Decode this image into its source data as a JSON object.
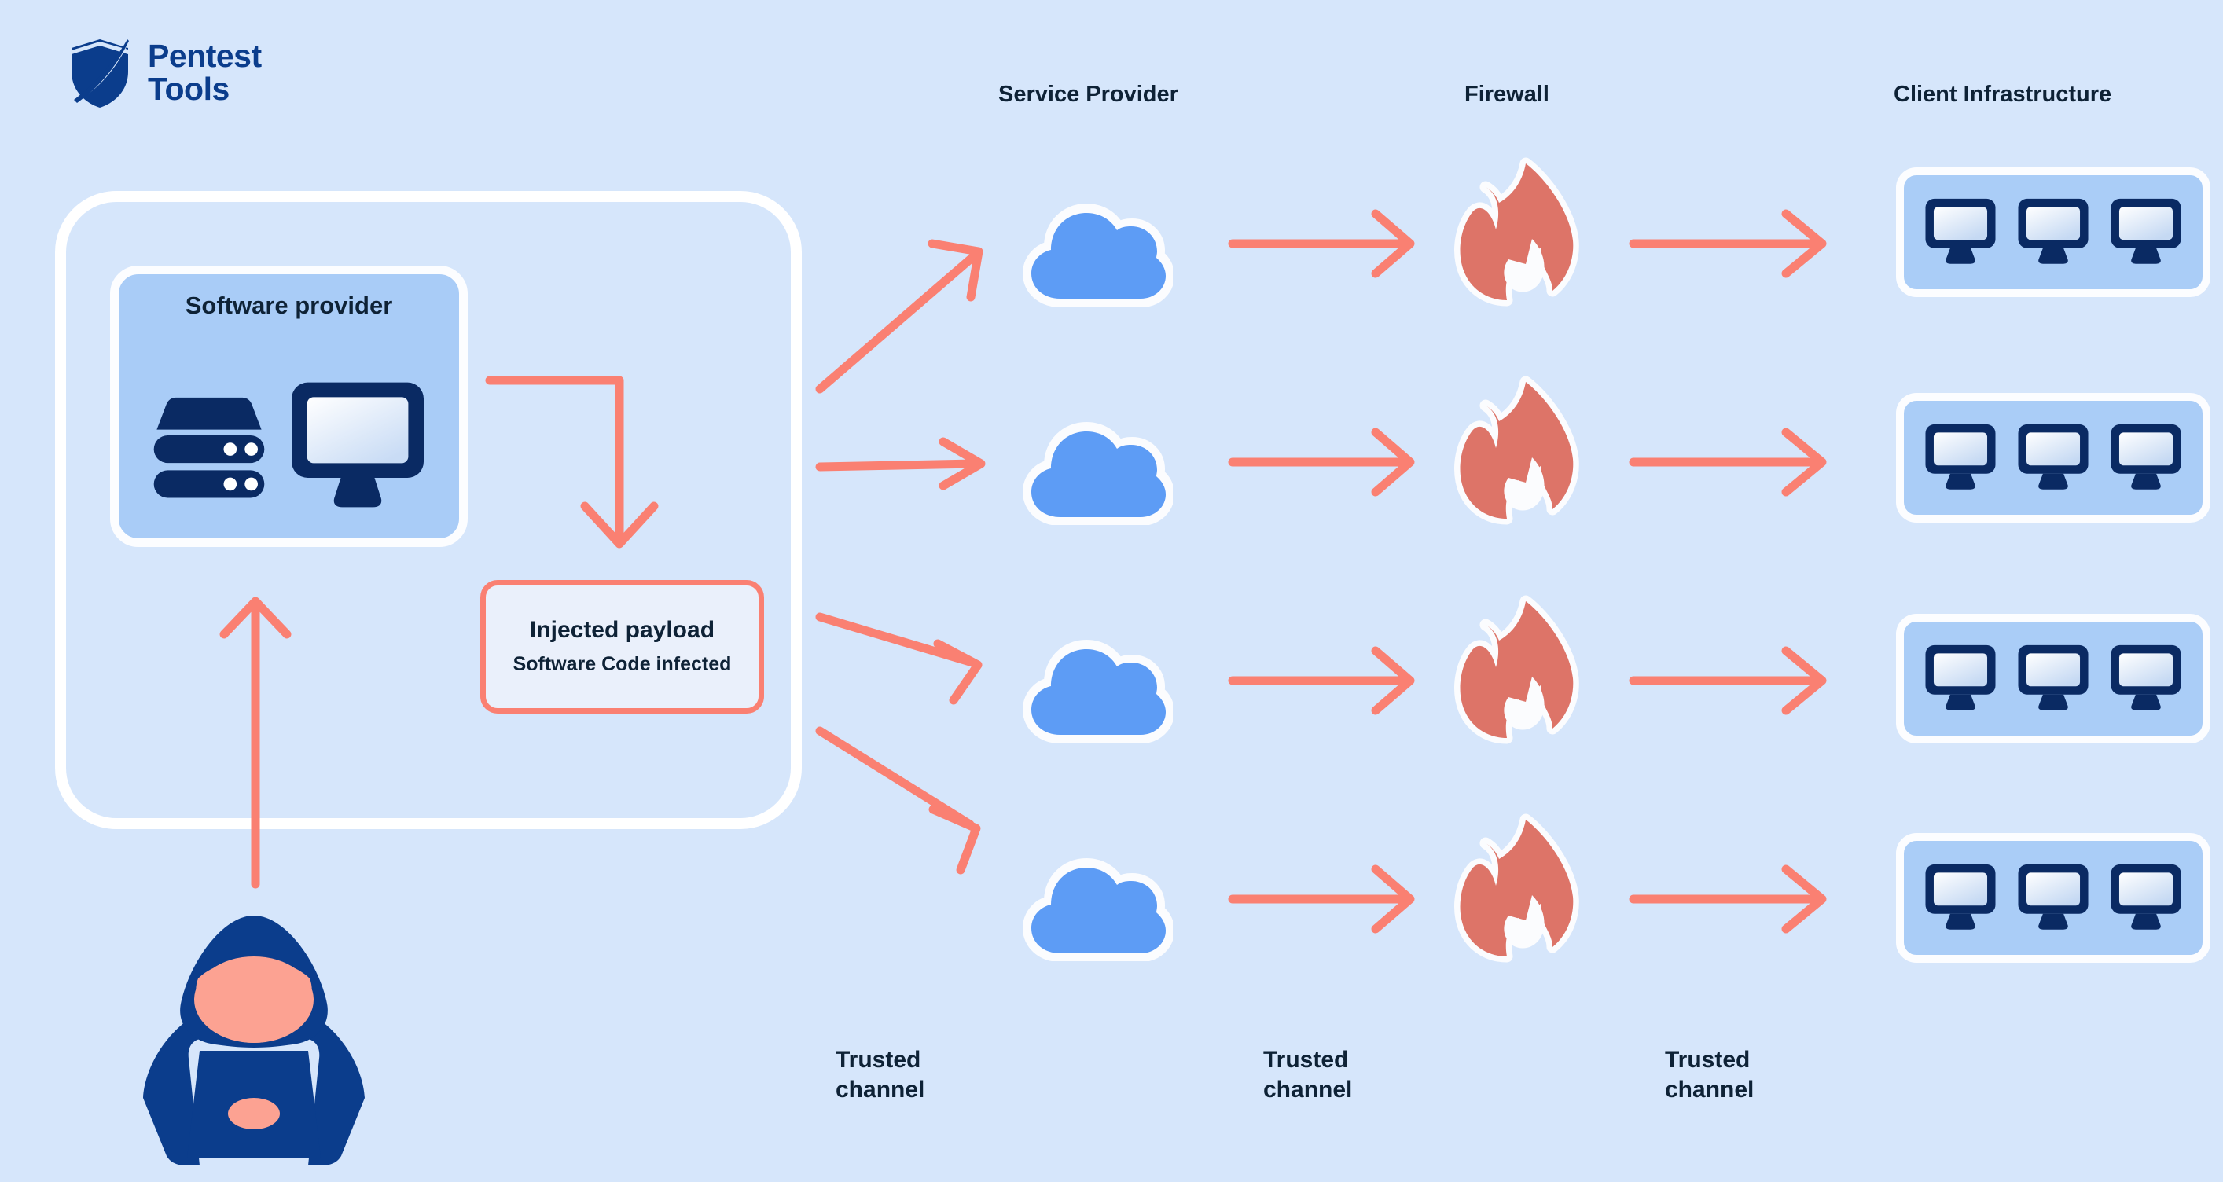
{
  "background_color": "#D6E6FB",
  "colors": {
    "background": "#D6E6FB",
    "navy": "#0B3D8C",
    "dark_navy": "#0A2A63",
    "text_dark": "#0E2236",
    "coral": "#FA8072",
    "flame_red": "#DD7468",
    "cloud_blue": "#5D9CF5",
    "card_blue": "#A9CCF7",
    "white": "#FFFFFF",
    "payload_fill": "#EAF0FB",
    "face_salmon": "#FCA292"
  },
  "logo": {
    "name": "pentest-tools-logo",
    "line1": "Pentest",
    "line2": "Tools",
    "icon": "shield-icon"
  },
  "headers": {
    "service_provider": "Service Provider",
    "firewall": "Firewall",
    "client_infrastructure": "Client Infrastructure"
  },
  "provider": {
    "card_title": "Software provider",
    "icons": [
      "server-stack-icon",
      "desktop-monitor-icon"
    ]
  },
  "payload": {
    "title": "Injected payload",
    "subtitle": "Software Code\ninfected"
  },
  "hacker": {
    "icon": "hooded-hacker-with-laptop-icon"
  },
  "rows": [
    {
      "cloud": "cloud-icon",
      "firewall": "flame-icon",
      "clients": [
        "monitor-icon",
        "monitor-icon",
        "monitor-icon"
      ]
    },
    {
      "cloud": "cloud-icon",
      "firewall": "flame-icon",
      "clients": [
        "monitor-icon",
        "monitor-icon",
        "monitor-icon"
      ]
    },
    {
      "cloud": "cloud-icon",
      "firewall": "flame-icon",
      "clients": [
        "monitor-icon",
        "monitor-icon",
        "monitor-icon"
      ]
    },
    {
      "cloud": "cloud-icon",
      "firewall": "flame-icon",
      "clients": [
        "monitor-icon",
        "monitor-icon",
        "monitor-icon"
      ]
    }
  ],
  "trusted_channels": [
    "Trusted\nchannel",
    "Trusted\nchannel",
    "Trusted\nchannel"
  ],
  "arrows": {
    "attacker_to_provider": "upward-coral-arrow",
    "provider_to_payload": "elbow-down-coral-arrow",
    "fanout_count": 4,
    "cloud_to_firewall_count": 4,
    "firewall_to_client_count": 4
  }
}
